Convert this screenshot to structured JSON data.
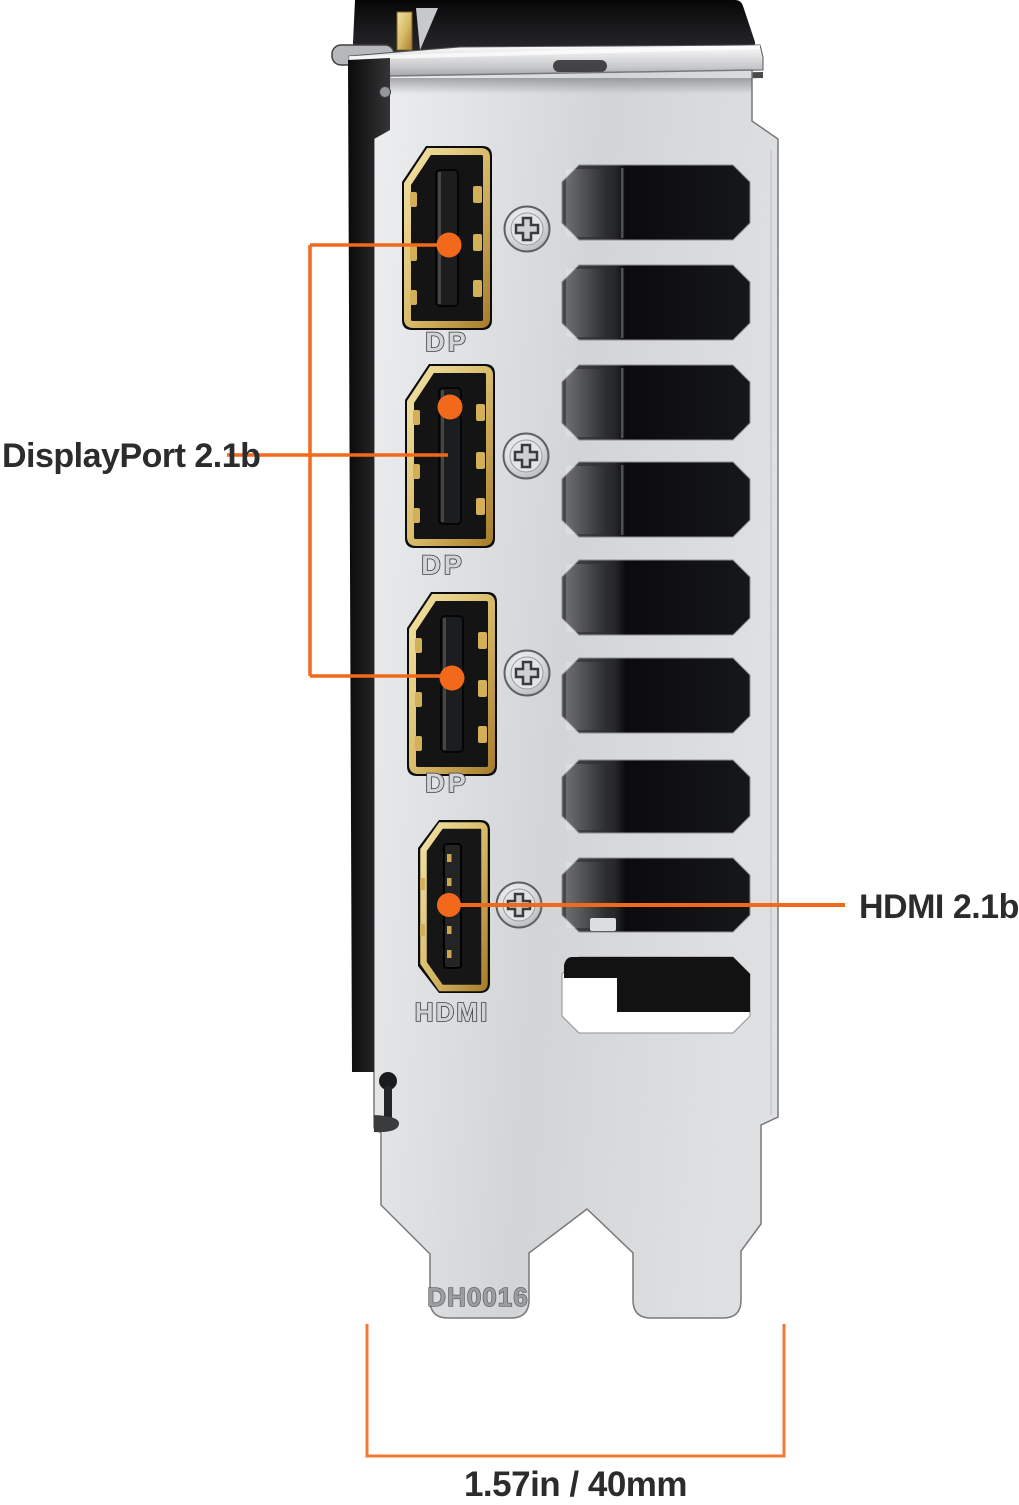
{
  "colors": {
    "accent_orange": "#f2691c",
    "bracket_silver": "#d9dbdd",
    "port_gold": "#d9bc6a",
    "body_black": "#131314"
  },
  "callouts": {
    "displayport": {
      "label": "DisplayPort 2.1b"
    },
    "hdmi": {
      "label": "HDMI 2.1b"
    },
    "dimension": {
      "label": "1.57in / 40mm"
    }
  },
  "bracket": {
    "serial": "DH0016",
    "ports": [
      {
        "type": "displayport",
        "label": "DP"
      },
      {
        "type": "displayport",
        "label": "DP"
      },
      {
        "type": "displayport",
        "label": "DP"
      },
      {
        "type": "hdmi",
        "label": "HDMI"
      }
    ],
    "vent_count": 9,
    "screw_count": 4
  }
}
